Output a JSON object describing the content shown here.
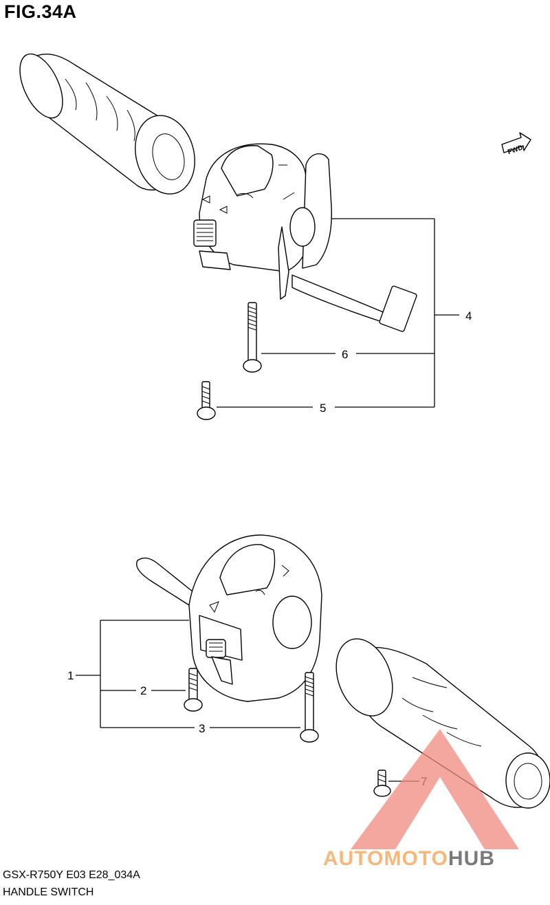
{
  "figure": {
    "title": "FIG.34A",
    "code": "GSX-R750Y E03 E28_034A",
    "name": "HANDLE SWITCH"
  },
  "fwd_marker": "FWD",
  "callouts": [
    {
      "label": "1"
    },
    {
      "label": "2"
    },
    {
      "label": "3"
    },
    {
      "label": "4"
    },
    {
      "label": "5"
    },
    {
      "label": "6"
    },
    {
      "label": "7"
    }
  ],
  "watermark": {
    "text_light": "AUTOMOTO",
    "text_dark": "HUB",
    "colors": {
      "accent": "#f08a7e",
      "light": "#f7b77a",
      "dark": "#7a7a7a"
    }
  }
}
